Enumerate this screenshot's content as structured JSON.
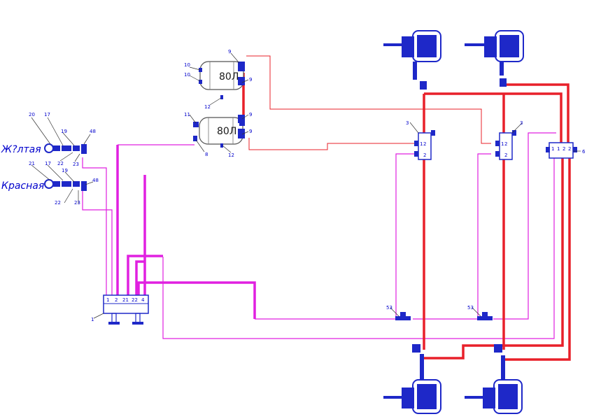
{
  "labels": {
    "n1": "1",
    "n3a": "3",
    "n3b": "3",
    "n6": "6",
    "n8": "8",
    "n9a": "9",
    "n9b": "9",
    "n9c": "9",
    "n9d": "9",
    "n10a": "10",
    "n10b": "10",
    "n11": "11",
    "n12a": "12",
    "n12b": "12",
    "n17a": "17",
    "n17b": "17",
    "n19a": "19",
    "n19b": "19",
    "n20": "20",
    "n21": "21",
    "n22a": "22",
    "n22b": "22",
    "n23a": "23",
    "n23b": "23",
    "n48a": "48",
    "n48b": "48",
    "n53a": "53",
    "n53b": "53",
    "valve3a_port1": "1",
    "valve3a_port2a": "2",
    "valve3a_port2b": "2",
    "valve3b_port1": "1",
    "valve3b_port2a": "2",
    "valve3b_port2b": "2",
    "module_ports": [
      "1",
      "2",
      "21",
      "22",
      "4"
    ],
    "relay_ports": [
      "1",
      "1",
      "2",
      "2"
    ]
  },
  "tanks": {
    "upper": "80Л",
    "lower": "80Л"
  },
  "couplings": {
    "yellow": "Ж?лтая",
    "red": "Красная"
  },
  "colors": {
    "service_line": "#e8202a",
    "control_line": "#e020e0",
    "component": "#1e28c8",
    "text": "#0000cc"
  }
}
